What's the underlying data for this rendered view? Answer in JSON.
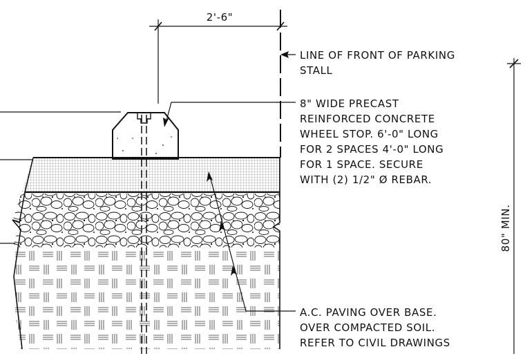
{
  "dimensions": {
    "width_label": "2'-6\"",
    "height_label": "80\" MIN."
  },
  "notes": {
    "parking_line": [
      "LINE OF FRONT OF PARKING",
      "STALL"
    ],
    "wheel_stop": [
      "8\" WIDE PRECAST",
      "REINFORCED CONCRETE",
      "WHEEL STOP. 6'-0\" LONG",
      "FOR 2 SPACES 4'-0\" LONG",
      "FOR 1 SPACE. SECURE",
      "WITH (2) 1/2\" Ø REBAR."
    ],
    "paving": [
      "A.C. PAVING OVER BASE.",
      "OVER COMPACTED SOIL.",
      "REFER TO CIVIL  DRAWINGS"
    ]
  },
  "colors": {
    "line": "#111111",
    "background": "#ffffff"
  }
}
